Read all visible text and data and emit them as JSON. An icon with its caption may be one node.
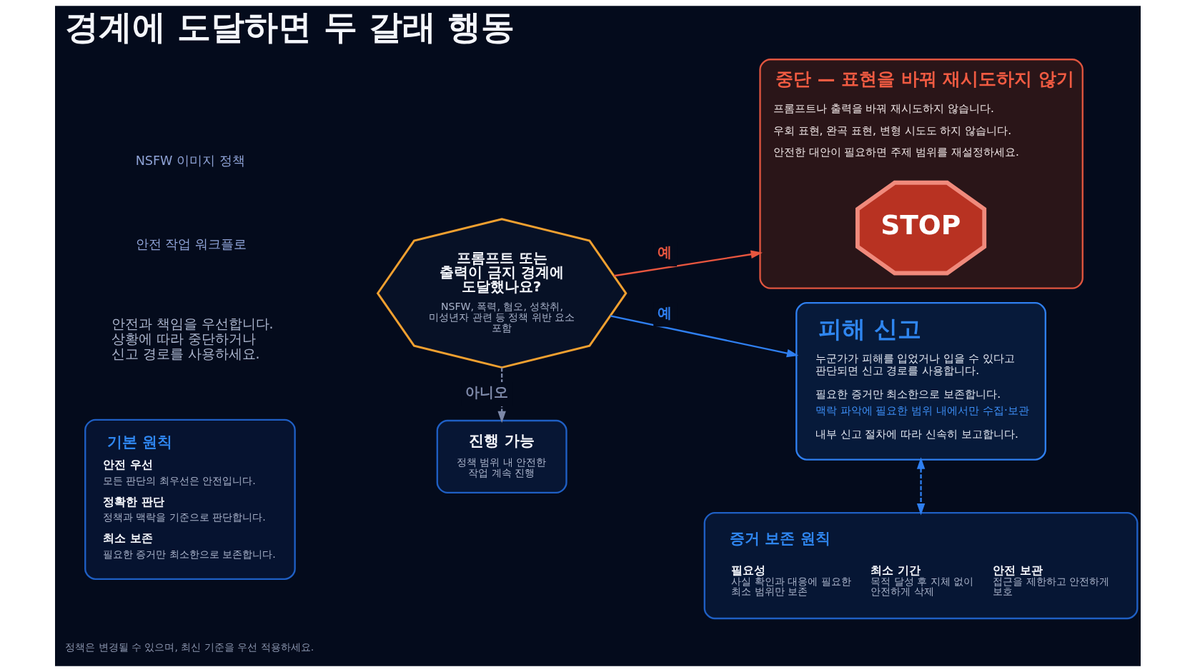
{
  "diagram": {
    "title": "경계에 도달하면 두 갈래 행동",
    "nodes": [
      {
        "text": [
          "기본 원칙",
          "안전 우선",
          "모든 판단의 최우선은 안전입니다.",
          "정확한 판단",
          "정책과 맥락을 기준으로 판단합니다.",
          "최소 보존",
          "필요한 증거만 최소한으로 보존합니다."
        ]
      },
      {
        "text": [
          "프롬프트 또는 출력이 금지 경계에 도달했나요?",
          "NSFW, 폭력, 혐오, 성착취, 미성년자 관련 등 정책 위반 요소 포함"
        ]
      },
      {
        "text": [
          "진행 가능",
          "정책 범위 내 안전한 작업 계속 진행"
        ]
      },
      {
        "text": [
          "중단 — 표현을 바꿔 재시도하지 않기",
          "프롬프트나 출력을 바꿔 재시도하지 않습니다.",
          "우회 표현, 완곡 표현, 변형 시도도 하지 않습니다.",
          "안전한 대안이 필요하면 주제 범위를 재설정하세요."
        ]
      },
      {
        "text": [
          "STOP"
        ],
        "in": 3
      },
      {
        "text": [
          "피해 신고",
          "누군가가 피해를 입었거나 입을 수 있다고 판단되면 신고 경로를 사용합니다.",
          "필요한 증거만 최소한으로 보존합니다.",
          "맥락 파악에 필요한 범위 내에서만 수집·보관",
          "내부 신고 절차에 따라 신속히 보고합니다."
        ]
      },
      {
        "text": [
          "증거 보존 원칙",
          "필요성",
          "사실 확인과 대응에 필요한 최소 범위만 보존",
          "최소 기간",
          "목적 달성 후 지체 없이 안전하게 삭제",
          "안전 보관",
          "접근을 제한하고 안전하게 보호"
        ]
      }
    ],
    "edges": [
      {
        "from": 1,
        "to": 2,
        "arrow": "to",
        "label": "아니오",
        "style": "dashed",
        "color": "#7d88a8"
      },
      {
        "from": 1,
        "to": 3,
        "arrow": "to",
        "label": "예",
        "color": "#e8563f"
      },
      {
        "from": 1,
        "to": 5,
        "arrow": "to",
        "label": "예"
      },
      {
        "from": 5,
        "to": 6,
        "arrow": "both",
        "style": "dashed"
      }
    ],
    "labels": [
      "NSFW 이미지 정책",
      "안전 작업 워크플로",
      "안전과 책임을 우선합니다. 상황에 따라 중단하거나 신고 경로를 사용하세요.",
      "정책은 변경될 수 있으며, 최신 기준을 우선 적용하세요."
    ]
  }
}
